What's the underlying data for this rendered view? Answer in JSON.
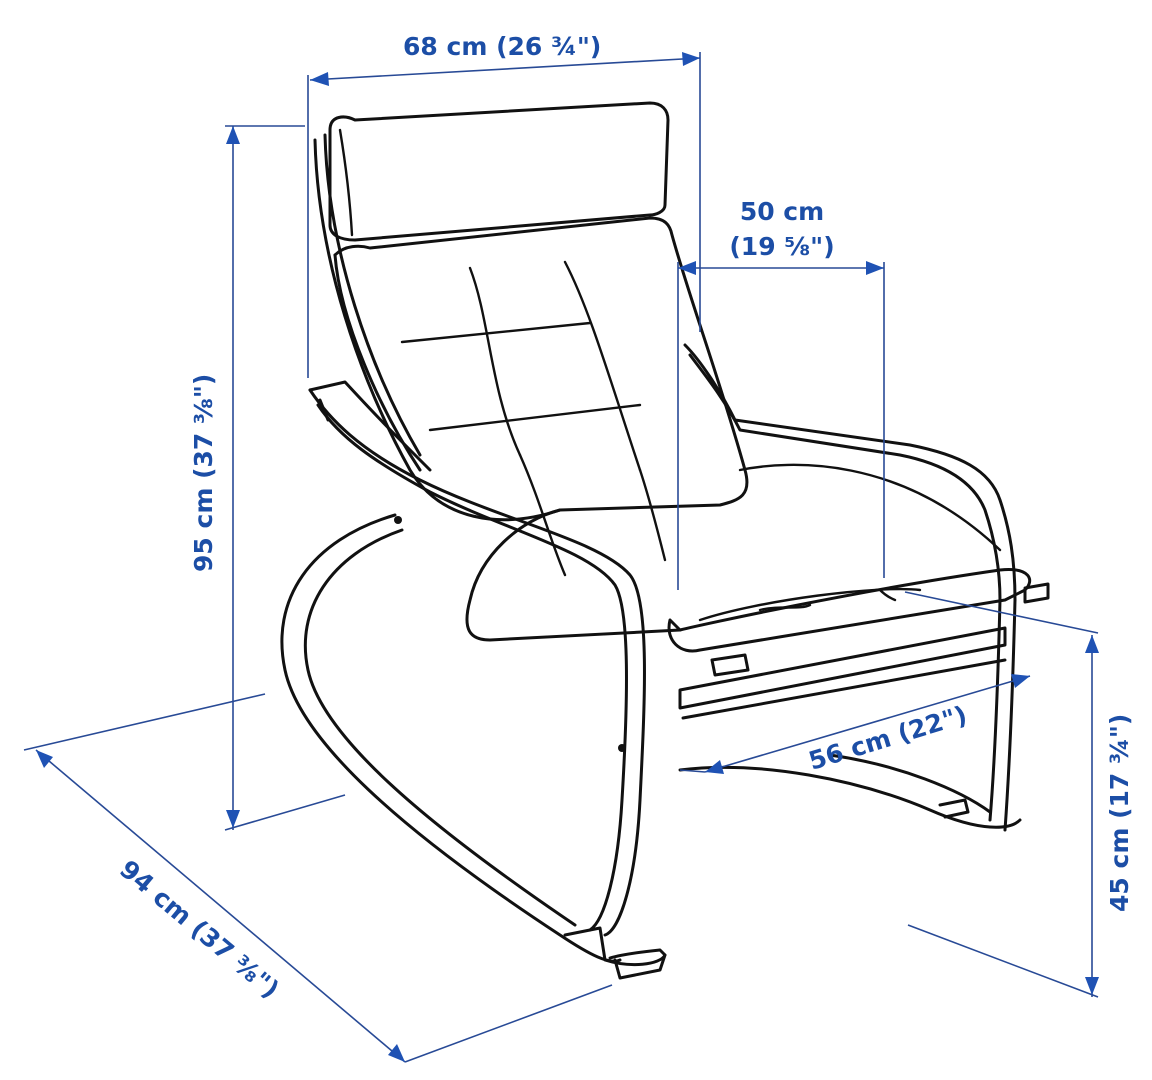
{
  "diagram": {
    "subject": "Rocking armchair with cushion",
    "line_color": "#284a96",
    "label_color": "#1c4ea6",
    "ink_color": "#111111",
    "dimensions": {
      "width": {
        "label": "68 cm (26 ¾\")",
        "cm": 68,
        "in": "26 3/4"
      },
      "seat_width": {
        "label_cm": "50 cm",
        "label_in": "(19 ⅝\")",
        "cm": 50,
        "in": "19 5/8"
      },
      "height": {
        "label": "95 cm (37 ⅜\")",
        "cm": 95,
        "in": "37 3/8"
      },
      "depth": {
        "label": "94 cm (37 ⅜\")",
        "cm": 94,
        "in": "37 3/8"
      },
      "seat_depth": {
        "label": "56 cm (22\")",
        "cm": 56,
        "in": "22"
      },
      "seat_height": {
        "label": "45 cm (17 ¾\")",
        "cm": 45,
        "in": "17 3/4"
      }
    }
  }
}
